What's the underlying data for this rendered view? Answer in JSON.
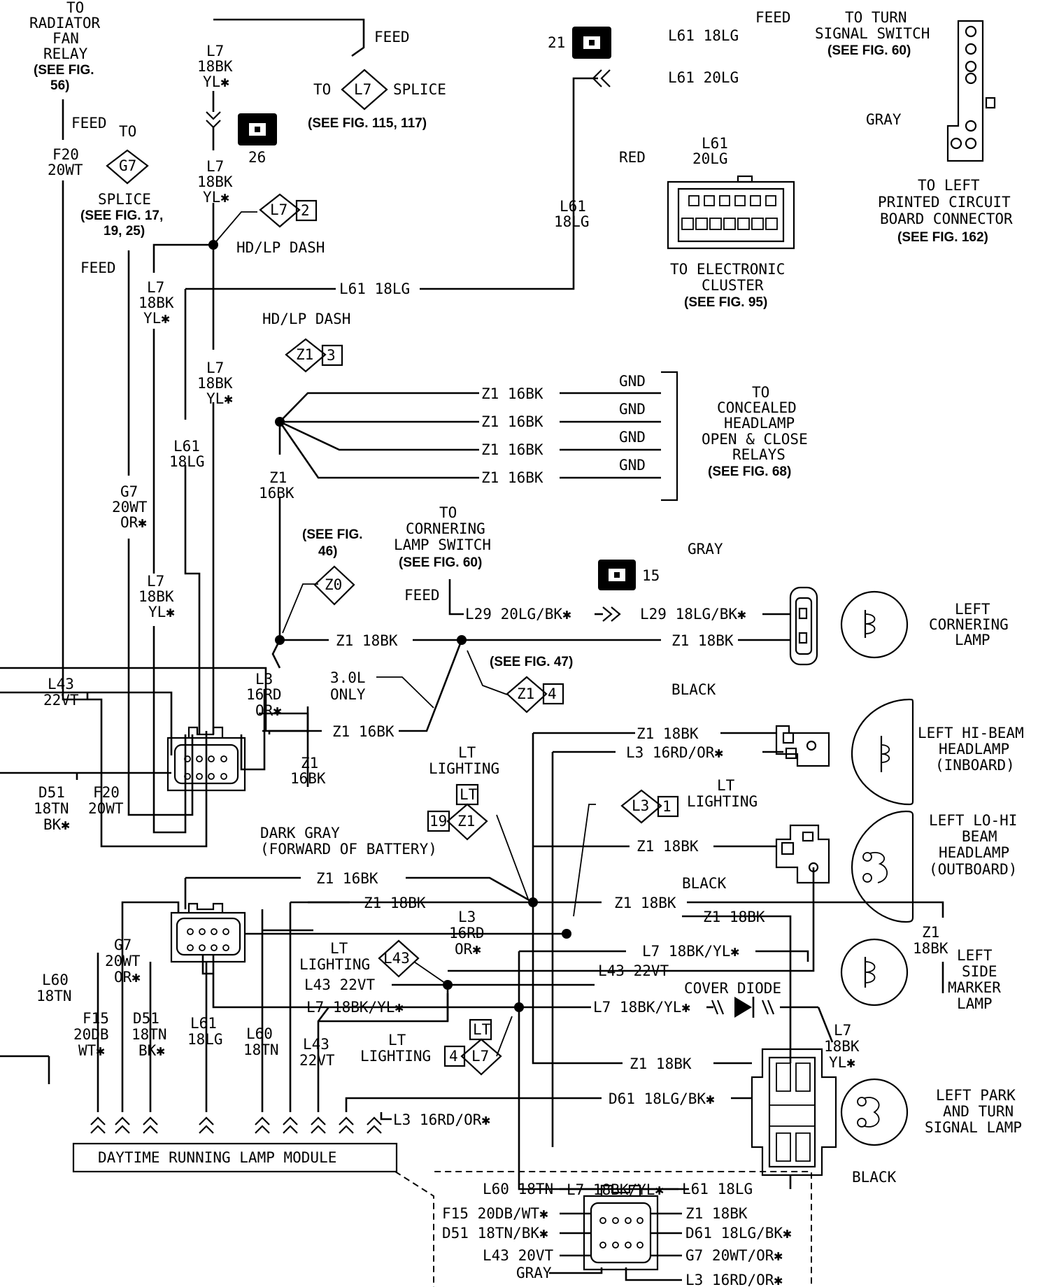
{
  "labels": {
    "t01": "TO",
    "t02": "RADIATOR",
    "t03": "FAN",
    "t04": "RELAY",
    "t05": "(SEE FIG.",
    "t06": "56)",
    "t07": "FEED",
    "t08": "F20",
    "t09": "20WT",
    "t10": "TO",
    "t11": "SPLICE",
    "t12": "(SEE FIG. 17,",
    "t13": "19, 25)",
    "t14": "FEED",
    "t15": "L7",
    "t16": "18BK",
    "t17": "YL✱",
    "t18": "FEED",
    "t19": "TO",
    "t20": "SPLICE",
    "t21": "(SEE FIG. 115, 117)",
    "t22": "L7",
    "t23": "18BK",
    "t24": "YL✱",
    "t25": "HD/LP DASH",
    "t26": "L7",
    "t27": "18BK",
    "t28": "YL✱",
    "t29": "L61 18LG",
    "t30": "L61",
    "t31": "18LG",
    "t32": "HD/LP DASH",
    "t33": "L7",
    "t34": "18BK",
    "t35": "YL✱",
    "t36": "L61",
    "t37": "18LG",
    "t38": "G7",
    "t39": "20WT",
    "t40": "OR✱",
    "t41": "L7",
    "t42": "18BK",
    "t43": "YL✱",
    "t44": "Z1",
    "t45": "16BK",
    "t46": "Z1 16BK",
    "t47": "Z1 16BK",
    "t48": "Z1 16BK",
    "t49": "Z1 16BK",
    "t50": "GND",
    "t51": "GND",
    "t52": "GND",
    "t53": "GND",
    "t54": "TO",
    "t55": "CONCEALED",
    "t56": "HEADLAMP",
    "t57": "OPEN & CLOSE",
    "t58": "RELAYS",
    "t59": "(SEE FIG. 68)",
    "t60": "L61 18LG",
    "t61": "FEED",
    "t62": "TO TURN",
    "t63": "SIGNAL SWITCH",
    "t64": "(SEE FIG. 60)",
    "t65": "L61 20LG",
    "t66": "GRAY",
    "t67": "TO LEFT",
    "t68": "PRINTED CIRCUIT",
    "t69": "BOARD CONNECTOR",
    "t70": "(SEE FIG. 162)",
    "t71": "RED",
    "t72": "L61",
    "t73": "20LG",
    "t74": "TO ELECTRONIC",
    "t75": "CLUSTER",
    "t76": "(SEE FIG. 95)",
    "t77": "(SEE FIG.",
    "t78": "46)",
    "t79": "TO",
    "t80": "CORNERING",
    "t81": "LAMP SWITCH",
    "t82": "(SEE FIG. 60)",
    "t83": "FEED",
    "t84": "L29 20LG/BK✱",
    "t85": "L29 18LG/BK✱",
    "t86": "GRAY",
    "t87": "LEFT",
    "t88": "CORNERING",
    "t89": "LAMP",
    "t90": "Z1 18BK",
    "t91": "Z1 18BK",
    "t92": "(SEE FIG. 47)",
    "t93": "3.0L",
    "t94": "ONLY",
    "t95": "L43",
    "t96": "22VT",
    "t97": "L3",
    "t98": "16RD",
    "t99": "OR✱",
    "t100": "Z1 16BK",
    "t101": "Z1",
    "t102": "16BK",
    "t103": "BLACK",
    "t104": "Z1 18BK",
    "t105": "L3 16RD/OR✱",
    "t106": "LEFT HI-BEAM",
    "t107": "HEADLAMP",
    "t108": "(INBOARD)",
    "t109": "LT",
    "t110": "LIGHTING",
    "t111": "LT",
    "t112": "LIGHTING",
    "t113": "LEFT LO-HI",
    "t114": "BEAM",
    "t115": "HEADLAMP",
    "t116": "(OUTBOARD)",
    "t117": "Z1 18BK",
    "t118": "BLACK",
    "t119": "D51",
    "t120": "18TN",
    "t121": "BK✱",
    "t122": "F20",
    "t123": "20WT",
    "t124": "DARK GRAY",
    "t125": "(FORWARD OF BATTERY)",
    "t126": "Z1 16BK",
    "t127": "Z1 18BK",
    "t128": "Z1 18BK",
    "t129": "Z1 18BK",
    "t130": "Z1",
    "t131": "18BK",
    "t132": "L3",
    "t133": "16RD",
    "t134": "OR✱",
    "t135": "LT",
    "t136": "LIGHTING",
    "t137": "L7 18BK/YL✱",
    "t138": "LEFT",
    "t139": "SIDE",
    "t140": "MARKER",
    "t141": "LAMP",
    "t142": "L43 22VT",
    "t143": "L43 22VT",
    "t144": "COVER DIODE",
    "t145": "L7 18BK/YL✱",
    "t146": "L7 18BK/YL✱",
    "t147": "G7",
    "t148": "20WT",
    "t149": "OR✱",
    "t150": "L60",
    "t151": "18TN",
    "t152": "F15",
    "t153": "20DB",
    "t154": "WT✱",
    "t155": "D51",
    "t156": "18TN",
    "t157": "BK✱",
    "t158": "L61",
    "t159": "18LG",
    "t160": "L60",
    "t161": "18TN",
    "t162": "L43",
    "t163": "22VT",
    "t164": "LT",
    "t165": "LIGHTING",
    "t166": "Z1 18BK",
    "t167": "L7",
    "t168": "18BK",
    "t169": "YL✱",
    "t170": "D61 18LG/BK✱",
    "t171": "LEFT PARK",
    "t172": "AND TURN",
    "t173": "SIGNAL LAMP",
    "t174": "L3 16RD/OR✱",
    "t175": "L7 18BK/YL✱",
    "t176": "BLACK",
    "t177": "DAYTIME RUNNING LAMP MODULE",
    "t178": "L60 18TN",
    "t179": "F15 20DB/WT✱",
    "t180": "D51 18TN/BK✱",
    "t181": "L43 20VT",
    "t182": "GRAY",
    "t183": "L61 18LG",
    "t184": "Z1 18BK",
    "t185": "D61 18LG/BK✱",
    "t186": "G7 20WT/OR✱",
    "t187": "L3 16RD/OR✱"
  },
  "tags": {
    "g7": "G7",
    "l7": "L7",
    "l7b": "L7",
    "l7b_num": "2",
    "z1a": "Z1",
    "z1a_num": "3",
    "z0": "Z0",
    "z1b": "Z1",
    "z1b_num": "4",
    "l3": "L3",
    "l3_num": "1",
    "lt1": "LT",
    "lt1_num": "19",
    "lt1_code": "Z1",
    "l43": "L43",
    "lt2": "LT",
    "lt2_num": "4",
    "lt2_code": "L7"
  },
  "refs": {
    "r21": "21",
    "r26": "26",
    "r15": "15"
  }
}
